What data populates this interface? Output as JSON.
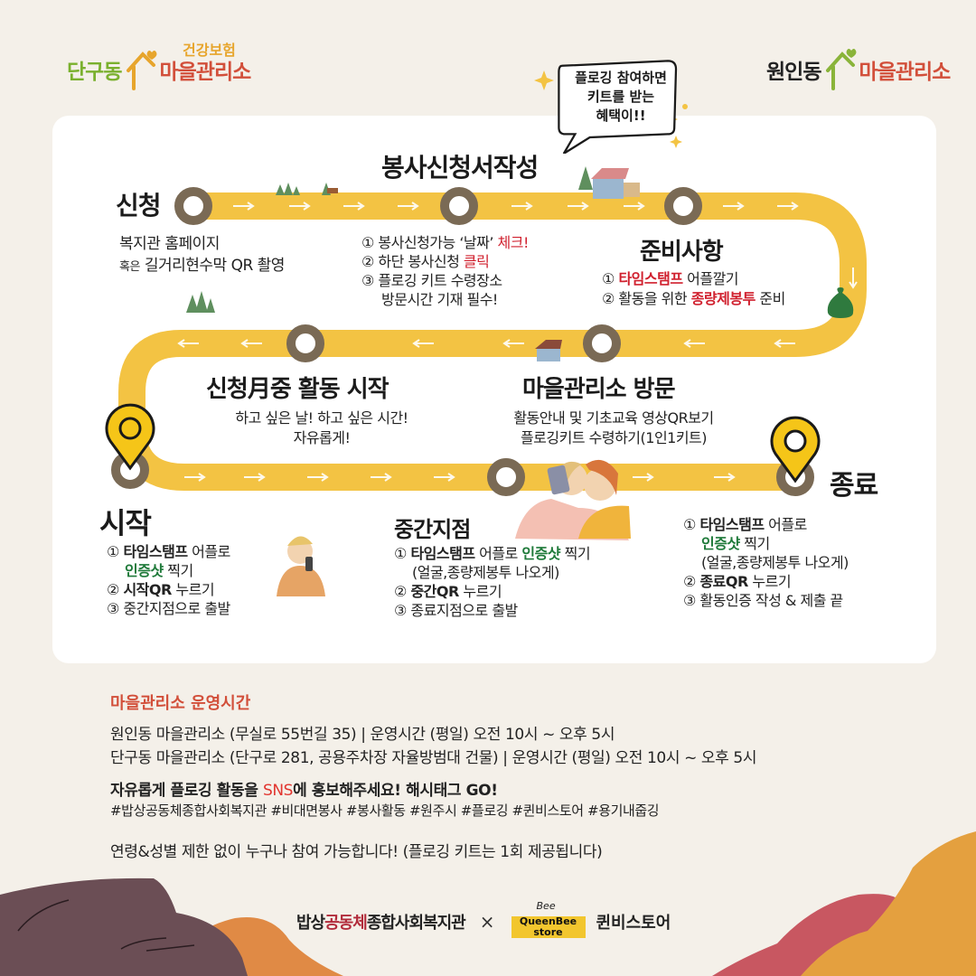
{
  "colors": {
    "background": "#f4f0e9",
    "card": "#ffffff",
    "track": "#f3c343",
    "node": "#7a6a55",
    "pin": "#f5c518",
    "accent_red": "#d0202e",
    "accent_green": "#1f7a3a",
    "info_title": "#d24f3a",
    "blob_purple": "#6b4e55",
    "blob_orange": "#e08a45",
    "blob_red": "#c85761",
    "blob_yellow": "#e4a03f"
  },
  "header": {
    "left_logo": {
      "town": "단구동",
      "sub": "건강보험",
      "name": "마을관리소"
    },
    "right_logo": {
      "town": "원인동",
      "name": "마을관리소"
    },
    "bubble": {
      "lines": [
        "플로깅 참여하면",
        "키트를 받는",
        "혜택이!!"
      ]
    }
  },
  "steps": {
    "apply": {
      "title": "신청",
      "line1": "복지관 홈페이지",
      "line2_prefix": "혹은",
      "line2": "길거리현수막 QR 촬영"
    },
    "write": {
      "title": "봉사신청서작성",
      "l1a": "① 봉사신청가능 ‘날짜’ ",
      "l1b": "체크!",
      "l2a": "② 하단 봉사신청 ",
      "l2b": "클릭",
      "l3": "③ 플로깅 키트 수령장소",
      "l4": "방문시간 기재 필수!"
    },
    "prepare": {
      "title": "준비사항",
      "l1a": "① ",
      "l1b": "타임스탬프",
      "l1c": " 어플깔기",
      "l2a": "② 활동을 위한 ",
      "l2b": "종량제봉투",
      "l2c": " 준비"
    },
    "visit": {
      "title": "마을관리소 방문",
      "l1": "활동안내 및 기초교육 영상QR보기",
      "l2": "플로깅키트 수령하기(1인1키트)"
    },
    "month": {
      "title": "신청月중 활동 시작",
      "l1": "하고 싶은 날! 하고 싶은 시간!",
      "l2": "자유롭게!"
    },
    "start": {
      "title": "시작",
      "l1a": "① ",
      "l1b": "타임스탬프",
      "l1c": " 어플로",
      "l2a": "인증샷",
      "l2b": " 찍기",
      "l3a": "② ",
      "l3b": "시작QR",
      "l3c": " 누르기",
      "l4": "③ 중간지점으로 출발"
    },
    "mid": {
      "title": "중간지점",
      "l1a": "① ",
      "l1b": "타임스탬프",
      "l1c": " 어플로 ",
      "l1d": "인증샷",
      "l1e": " 찍기",
      "l2": "(얼굴,종량제봉투 나오게)",
      "l3a": "② ",
      "l3b": "중간QR",
      "l3c": " 누르기",
      "l4": "③ 종료지점으로 출발"
    },
    "end": {
      "title": "종료",
      "l1a": "① ",
      "l1b": "타임스탬프",
      "l1c": " 어플로",
      "l2a": "인증샷",
      "l2b": " 찍기",
      "l3": "(얼굴,종량제봉투 나오게)",
      "l4a": "② ",
      "l4b": "종료QR",
      "l4c": " 누르기",
      "l5": "③ 활동인증 작성 & 제출 끝"
    }
  },
  "info": {
    "title": "마을관리소 운영시간",
    "line1": "원인동 마을관리소 (무실로 55번길 35)  |  운영시간 (평일) 오전 10시 ~ 오후 5시",
    "line2": "단구동 마을관리소 (단구로 281, 공용주차장 자율방범대 건물)  |  운영시간 (평일) 오전 10시 ~ 오후 5시",
    "promo_a": "자유롭게 플로깅 활동을 ",
    "promo_b": "SNS",
    "promo_c": "에 홍보해주세요! 해시태그 GO!",
    "hashtags": "#밥상공동체종합사회복지관 #비대면봉사 #봉사활동 #원주시 #플로깅 #퀸비스토어 #용기내줍깅",
    "notice": "연령&성별 제한 없이 누구나 참여 가능합니다! (플로깅 키트는 1회 제공됩니다)"
  },
  "footer": {
    "org_a": "밥상",
    "org_b": "공동체",
    "org_c": "종합사회복지관",
    "x": "×",
    "qb_logo_top": "Bee",
    "qb_logo_line1": "QueenBee",
    "qb_logo_line2": "store",
    "qb_name": "퀸비스토어"
  }
}
